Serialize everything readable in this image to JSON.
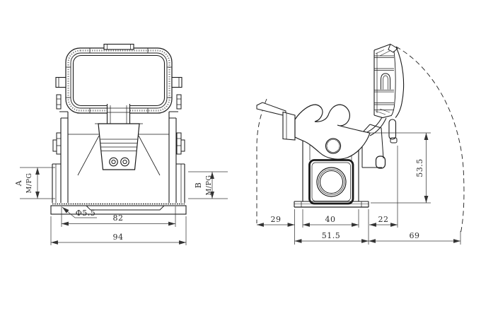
{
  "drawing": {
    "background_color": "#ffffff",
    "line_color": "#1b1b1b",
    "dimension_color": "#3a3a3a",
    "front_view": {
      "entry_a_label": "A",
      "entry_a_thread": "M/PG",
      "entry_b_label": "B",
      "entry_b_thread": "M/PG",
      "dim_mounting_hole": "Φ5.5",
      "dim_hole_spacing": "82",
      "dim_overall_width": "94"
    },
    "side_view": {
      "dim_height": "53.5",
      "dim_lever_clearance": "29",
      "dim_body_depth": "40",
      "dim_cover_clearance": "22",
      "dim_base_depth": "51.5",
      "dim_swing_clearance": "69"
    }
  }
}
